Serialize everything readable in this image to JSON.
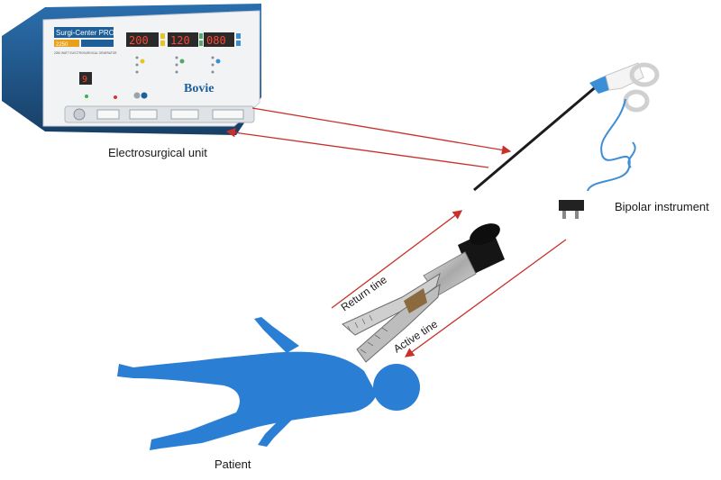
{
  "labels": {
    "electrosurgical_unit": "Electrosurgical unit",
    "bipolar_instrument": "Bipolar instrument",
    "patient": "Patient",
    "return_tine": "Return tine",
    "active_tine": "Active tine"
  },
  "device": {
    "brand_line": "Surgi-Center PRO",
    "model": "2250",
    "subtitle": "2250 WATT ELECTROSURGICAL GENERATOR",
    "logo": "Bovie",
    "display_1": "200",
    "display_2": "120",
    "display_3": "080",
    "small_display": "9"
  },
  "colors": {
    "arrow": "#c8302c",
    "patient": "#2a7fd4",
    "cable": "#3f8fd6",
    "device_body": "#1f5f99"
  }
}
